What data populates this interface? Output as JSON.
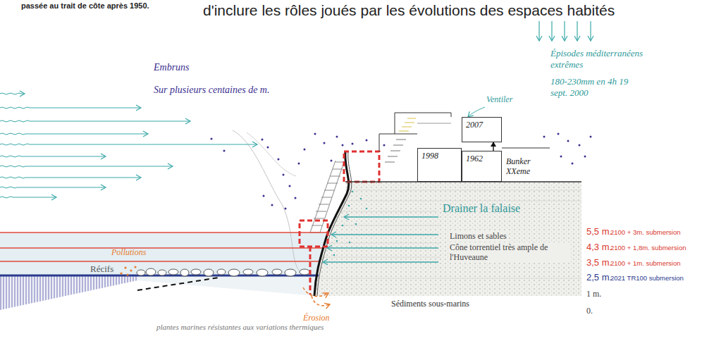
{
  "diagram": {
    "nodes": [
      {
        "text": [
          "2007"
        ]
      },
      {
        "text": [
          "1998"
        ]
      },
      {
        "text": [
          "1962"
        ]
      }
    ],
    "edges": [
      {
        "from": 2,
        "to": 0,
        "arrow": "to"
      }
    ],
    "labels": [
      "passée au trait de côte après 1950.",
      "d'inclure les rôles joués par les évolutions des espaces habités",
      "Épisodes méditerranéens extrêmes",
      "180-230mm en 4h 19 sept. 2000",
      "Embruns",
      "Sur plusieurs centaines de m.",
      "Ventiler",
      "Bunker XXeme",
      "Drainer la falaise",
      "Limons et sables",
      "Cône torrentiel très ample de l'Huveaune",
      "5,5 m.",
      "2100 + 3m. submersion",
      "4,3 m.",
      "2100 + 1,8m. submersion",
      "3,5 m.",
      "2100 + 1m. submersion",
      "2,5 m.",
      "2021 TR100 submersion",
      "1 m.",
      "0.",
      "Récifs",
      "Pollutions",
      "Érosion",
      "Sédiments sous-marins",
      "plantes marines résistantes aux variations thermiques"
    ]
  }
}
